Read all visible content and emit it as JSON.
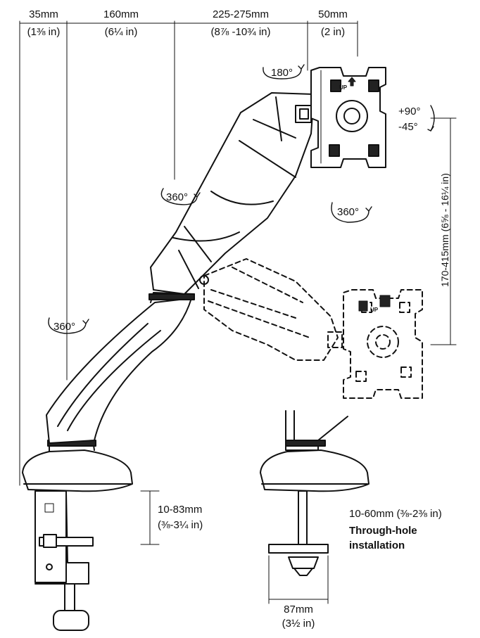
{
  "dimensions": {
    "d1_mm": "35mm",
    "d1_in": "(1⅜ in)",
    "d2_mm": "160mm",
    "d2_in": "(6¼ in)",
    "d3_mm": "225-275mm",
    "d3_in": "(8⅞ -10¾ in)",
    "d4_mm": "50mm",
    "d4_in": "(2 in)",
    "height_range": "170-415mm (6⅝ - 16¼ in)",
    "clamp_mm": "10-83mm",
    "clamp_in": "(⅜-3¼ in)",
    "hole_mm": "10-60mm (⅜-2⅜ in)",
    "base_mm": "87mm",
    "base_in": "(3½ in)"
  },
  "rotations": {
    "r180": "180°",
    "tilt_up": "+90°",
    "tilt_down": "-45°",
    "r360_arm": "360°",
    "r360_plate": "360°",
    "r360_base": "360°"
  },
  "mount": {
    "through_hole_1": "Through-hole",
    "through_hole_2": "installation",
    "up_label_1": "UP",
    "up_label_2": "UP"
  },
  "icons": [
    "rotation-arrow-icon",
    "vesa-plate-icon",
    "clamp-icon",
    "grommet-icon"
  ]
}
